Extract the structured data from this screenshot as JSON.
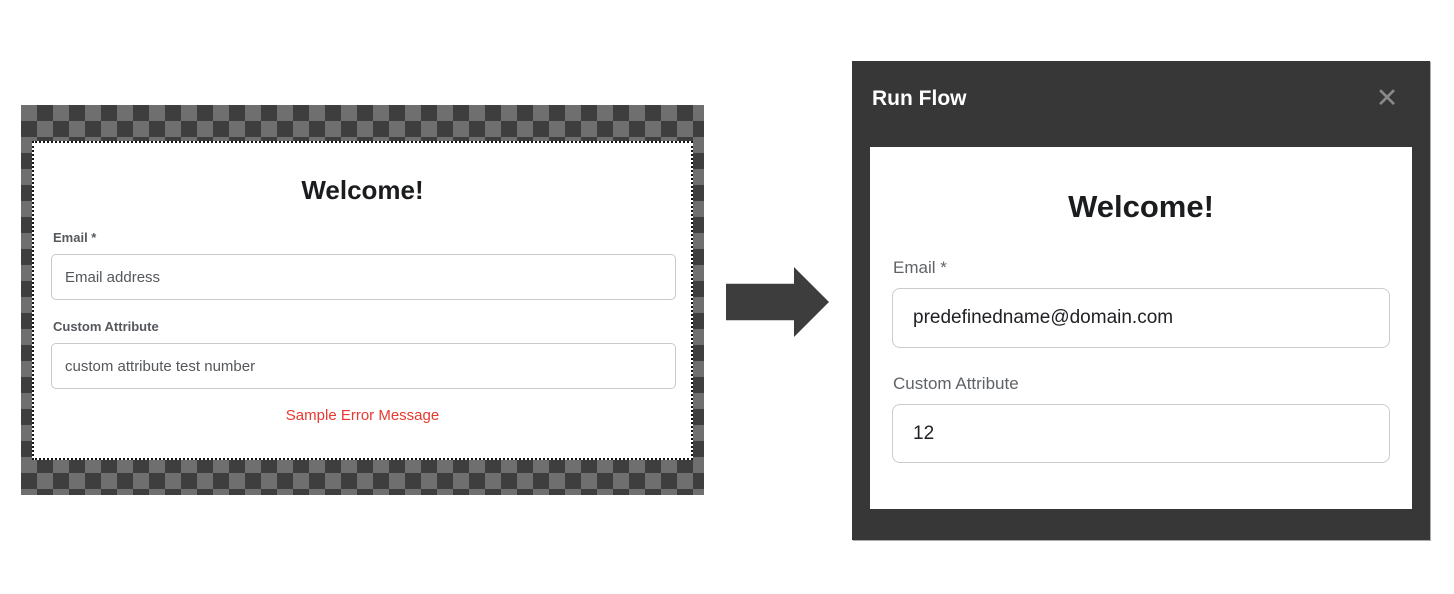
{
  "designer_preview": {
    "form": {
      "title": "Welcome!",
      "email_label": "Email *",
      "email_placeholder": "Email address",
      "custom_label": "Custom Attribute",
      "custom_placeholder": "custom attribute test number",
      "error_message": "Sample Error Message"
    }
  },
  "arrow": {
    "icon": "right-block-arrow"
  },
  "run_flow_modal": {
    "title": "Run Flow",
    "close_glyph": "✕",
    "form": {
      "title": "Welcome!",
      "email_label": "Email *",
      "email_value": "predefinedname@domain.com",
      "custom_label": "Custom Attribute",
      "custom_value": "12"
    }
  },
  "colors": {
    "checker_dark": "#3e3e3e",
    "checker_light": "#6f6f6f",
    "modal_bg": "#373737",
    "arrow": "#3d3d3d",
    "heading": "#1b1c1e",
    "label_gray": "#5f6368",
    "input_border": "#c9cdd1",
    "error_red": "#e8382f",
    "close_gray": "#8a8a8a"
  }
}
